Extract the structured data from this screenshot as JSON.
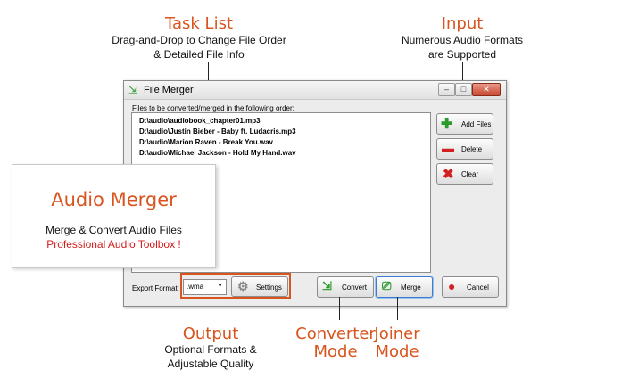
{
  "callouts": {
    "task_list": {
      "title": "Task List",
      "line1": "Drag-and-Drop to Change File Order",
      "line2": "& Detailed File Info"
    },
    "input": {
      "title": "Input",
      "line1": "Numerous Audio Formats",
      "line2": "are Supported"
    },
    "output": {
      "title": "Output",
      "line1": "Optional Formats &",
      "line2": "Adjustable Quality"
    },
    "converter": {
      "line1": "Converter",
      "line2": "Mode"
    },
    "joiner": {
      "line1": "Joiner",
      "line2": "Mode"
    }
  },
  "window": {
    "title": "File Merger",
    "list_label": "Files to be converted/merged in the following order:",
    "files": [
      "D:\\audio\\audiobook_chapter01.mp3",
      "D:\\audio\\Justin Bieber - Baby ft. Ludacris.mp3",
      "D:\\audio\\Marion Raven - Break You.wav",
      "D:\\audio\\Michael Jackson - Hold My Hand.wav"
    ],
    "buttons": {
      "add": "Add Files",
      "delete": "Delete",
      "clear": "Clear",
      "settings": "Settings",
      "convert": "Convert",
      "merge": "Merge",
      "cancel": "Cancel"
    },
    "export_label": "Export Format:",
    "export_value": ".wma"
  },
  "promo": {
    "title": "Audio Merger",
    "line1": "Merge & Convert Audio Files",
    "line2": "Professional Audio Toolbox !"
  },
  "colors": {
    "accent": "#d9541e",
    "highlight_red": "#d21b1b"
  }
}
